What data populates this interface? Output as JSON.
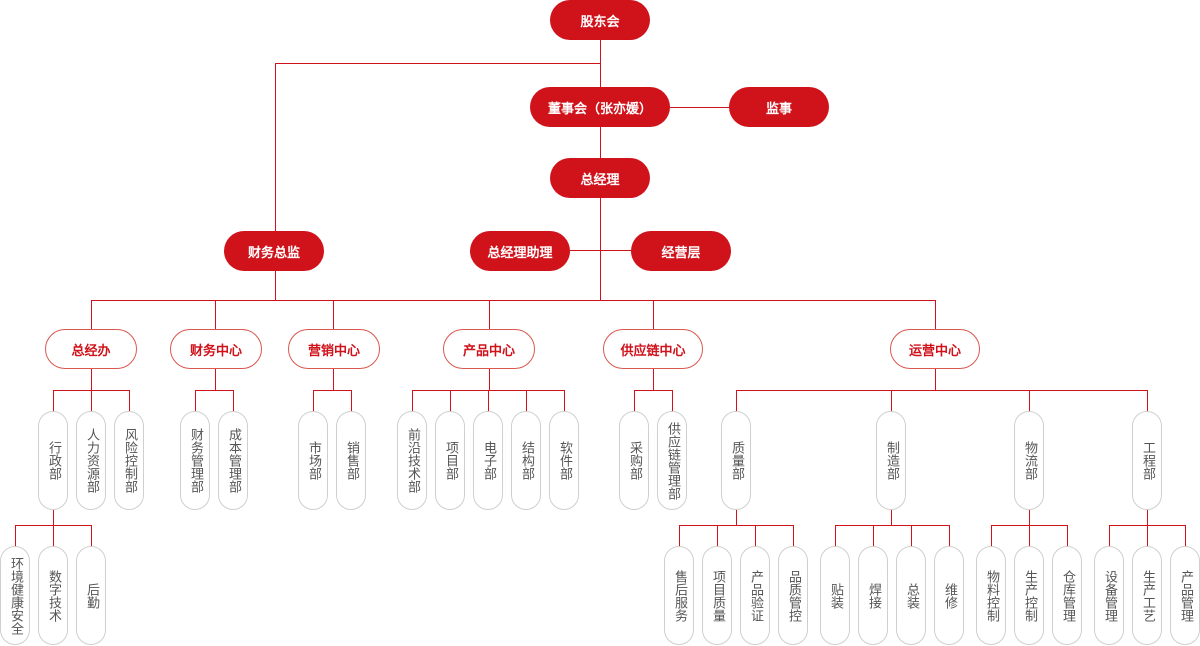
{
  "colors": {
    "accent": "#d0121b",
    "line": "#d0121b",
    "leaf_border": "#cfcfcf",
    "leaf_text": "#555555"
  },
  "nodes": {
    "shareholders": "股东会",
    "board": "董事会（张亦媛）",
    "supervisor": "监事",
    "general_manager": "总经理",
    "cfo": "财务总监",
    "gm_assistant": "总经理助理",
    "management": "经营层",
    "centers": [
      "总经办",
      "财务中心",
      "营销中心",
      "产品中心",
      "供应链中心",
      "运营中心"
    ],
    "gm_office_depts": [
      "行政部",
      "人力资源部",
      "风险控制部"
    ],
    "admin_units": [
      "环境健康安全",
      "数字技术",
      "后勤"
    ],
    "finance_depts": [
      "财务管理部",
      "成本管理部"
    ],
    "marketing_depts": [
      "市场部",
      "销售部"
    ],
    "product_depts": [
      "前沿技术部",
      "项目部",
      "电子部",
      "结构部",
      "软件部"
    ],
    "supply_depts": [
      "采购部",
      "供应链管理部"
    ],
    "operations_depts": [
      "质量部",
      "制造部",
      "物流部",
      "工程部"
    ],
    "quality_units": [
      "售后服务",
      "项目质量",
      "产品验证",
      "品质管控"
    ],
    "manufacturing_units": [
      "贴装",
      "焊接",
      "总装",
      "维修"
    ],
    "logistics_units": [
      "物料控制",
      "生产控制",
      "仓库管理"
    ],
    "engineering_units": [
      "设备管理",
      "生产工艺",
      "产品管理"
    ]
  }
}
